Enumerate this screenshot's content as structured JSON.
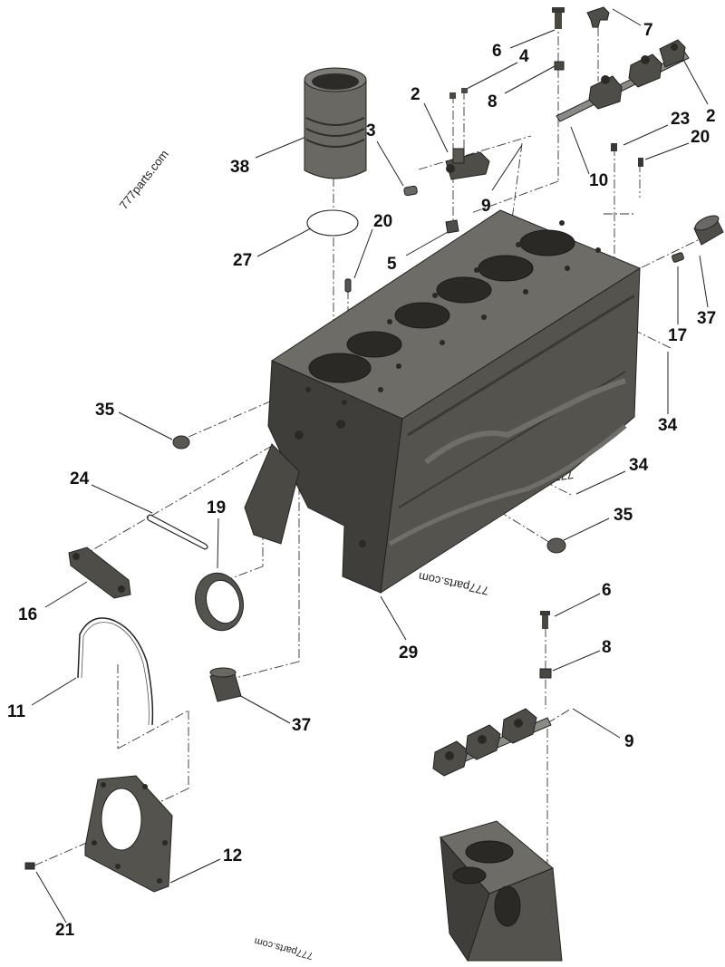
{
  "watermarks": [
    "777parts.com",
    "777parts.com",
    "777parts.com",
    "777parts.com"
  ],
  "callouts": [
    {
      "id": "c6a",
      "label": "6"
    },
    {
      "id": "c7",
      "label": "7"
    },
    {
      "id": "c4",
      "label": "4"
    },
    {
      "id": "c8a",
      "label": "8"
    },
    {
      "id": "c2a",
      "label": "2"
    },
    {
      "id": "c2b",
      "label": "2"
    },
    {
      "id": "c3",
      "label": "3"
    },
    {
      "id": "c38",
      "label": "38"
    },
    {
      "id": "c23",
      "label": "23"
    },
    {
      "id": "c20a",
      "label": "20"
    },
    {
      "id": "c9a",
      "label": "9"
    },
    {
      "id": "c10",
      "label": "10"
    },
    {
      "id": "c20b",
      "label": "20"
    },
    {
      "id": "c27",
      "label": "27"
    },
    {
      "id": "c5",
      "label": "5"
    },
    {
      "id": "c37a",
      "label": "37"
    },
    {
      "id": "c17",
      "label": "17"
    },
    {
      "id": "c35a",
      "label": "35"
    },
    {
      "id": "c34a",
      "label": "34"
    },
    {
      "id": "c24",
      "label": "24"
    },
    {
      "id": "c19",
      "label": "19"
    },
    {
      "id": "c34b",
      "label": "34"
    },
    {
      "id": "c35b",
      "label": "35"
    },
    {
      "id": "c16",
      "label": "16"
    },
    {
      "id": "c29",
      "label": "29"
    },
    {
      "id": "c6b",
      "label": "6"
    },
    {
      "id": "c8b",
      "label": "8"
    },
    {
      "id": "c11",
      "label": "11"
    },
    {
      "id": "c37b",
      "label": "37"
    },
    {
      "id": "c9b",
      "label": "9"
    },
    {
      "id": "c12",
      "label": "12"
    },
    {
      "id": "c21",
      "label": "21"
    }
  ]
}
